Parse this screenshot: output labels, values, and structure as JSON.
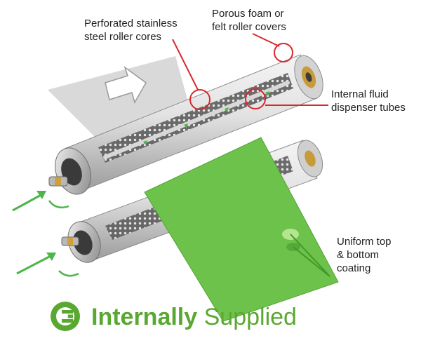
{
  "callouts": {
    "cores": "Perforated stainless\nsteel roller cores",
    "covers": "Porous foam or\nfelt roller covers",
    "tubes": "Internal fluid\ndispenser tubes",
    "coating": "Uniform top\n& bottom\ncoating"
  },
  "brand": {
    "bold": "Internally",
    "light": " Supplied",
    "icon": "fluid-supply-icon"
  },
  "colors": {
    "accent_red": "#d8282e",
    "brand_green": "#5aa832",
    "sheet_green": "#6cc24a",
    "arrow_green": "#4cb648",
    "feed_gray": "#d9d9d9"
  }
}
